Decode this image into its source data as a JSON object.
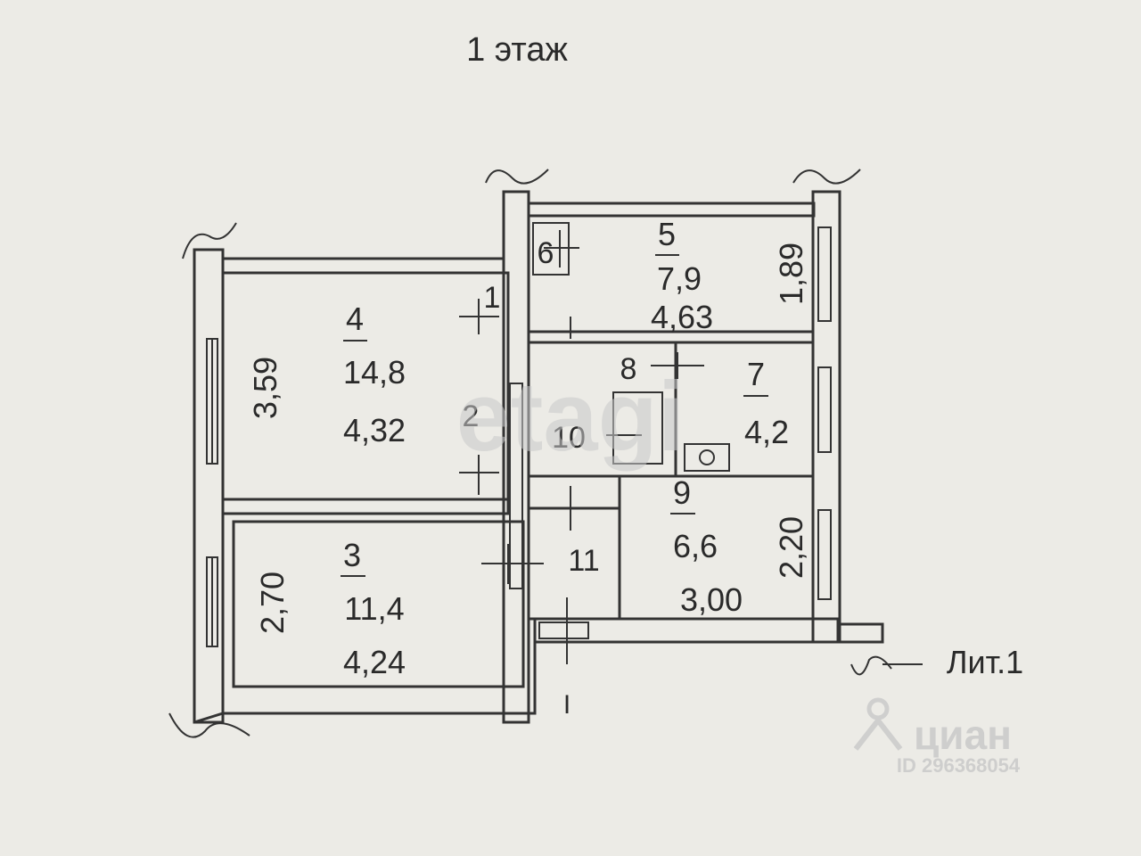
{
  "floor_title": "1 этаж",
  "liter_label": "Лит.1",
  "axis_mark": "I",
  "rooms": [
    {
      "id": "room-4",
      "number": "4",
      "area": "14,8",
      "dim_a": "3,59",
      "dim_b": "4,32"
    },
    {
      "id": "room-3",
      "number": "3",
      "area": "11,4",
      "dim_a": "2,70",
      "dim_b": "4,24"
    },
    {
      "id": "room-5",
      "number": "5",
      "area": "7,9",
      "dim_a": "1,89",
      "dim_b": "4,63"
    },
    {
      "id": "room-7",
      "number": "7",
      "area": "4,2"
    },
    {
      "id": "room-9",
      "number": "9",
      "area": "6,6",
      "dim_a": "2,20",
      "dim_b": "3,00"
    }
  ],
  "small_rooms": {
    "r1": "1",
    "r2": "2",
    "r6": "6",
    "r8": "8",
    "r10": "10",
    "r11": "11"
  },
  "watermarks": {
    "etagi": "etagi",
    "cian": "циан",
    "cian_id": "ID 296368054"
  },
  "colors": {
    "paper": "#ecebe6",
    "ink": "#333333",
    "watermark": "#c9c9c9"
  }
}
